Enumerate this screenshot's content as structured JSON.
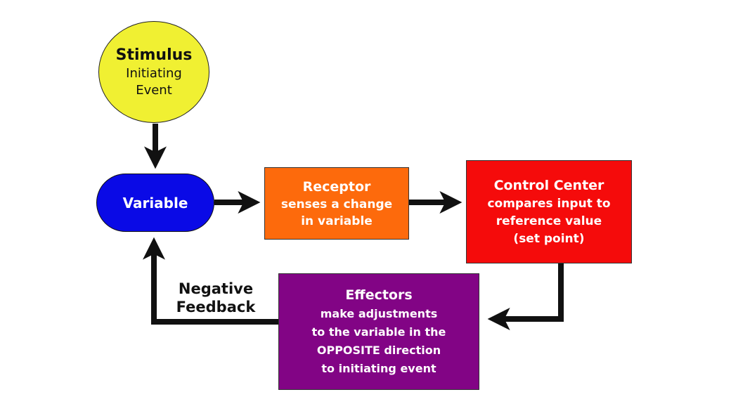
{
  "diagram": {
    "title": "Negative Feedback Loop",
    "nodes": {
      "stimulus": {
        "title": "Stimulus",
        "lines": [
          "Initiating",
          "Event"
        ],
        "color": "#f0f032"
      },
      "variable": {
        "title": "Variable",
        "color": "#0a0ae6"
      },
      "receptor": {
        "title": "Receptor",
        "lines": [
          "senses a change",
          "in variable"
        ],
        "color": "#fd6a0c"
      },
      "control_center": {
        "title": "Control Center",
        "lines": [
          "compares input to",
          "reference value",
          "(set point)"
        ],
        "color": "#f50b0b"
      },
      "effectors": {
        "title": "Effectors",
        "lines": [
          "make adjustments",
          "to the variable in the",
          "OPPOSITE direction",
          "to initiating event"
        ],
        "color": "#820485"
      }
    },
    "feedback_label": [
      "Negative",
      "Feedback"
    ],
    "edges": [
      {
        "from": "stimulus",
        "to": "variable"
      },
      {
        "from": "variable",
        "to": "receptor"
      },
      {
        "from": "receptor",
        "to": "control_center"
      },
      {
        "from": "control_center",
        "to": "effectors"
      },
      {
        "from": "effectors",
        "to": "variable",
        "label": "Negative Feedback"
      }
    ]
  }
}
